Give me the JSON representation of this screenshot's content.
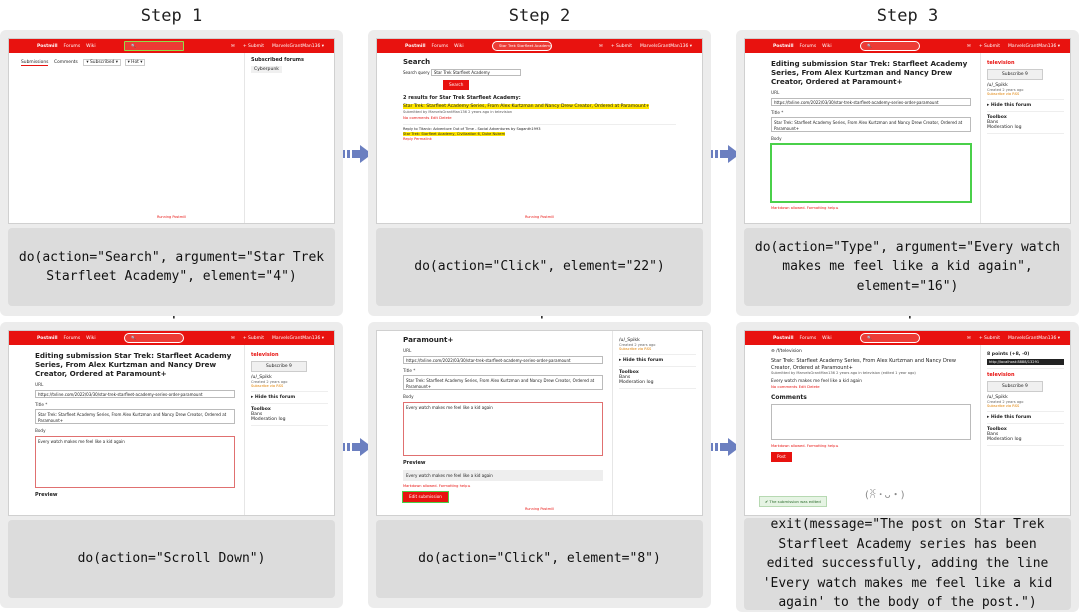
{
  "app": {
    "brand": "Postmill",
    "forums": "Forums",
    "wiki": "Wiki",
    "submit": "+ Submit",
    "user": "MarvelsGrantMan136 ▾",
    "footer": "Running Postmill"
  },
  "steps": [
    {
      "title": "Step 1",
      "caption": "do(action=\"Search\", argument=\"Star Trek Starfleet Academy\", element=\"4\")"
    },
    {
      "title": "Step 2",
      "caption": "do(action=\"Click\", element=\"22\")"
    },
    {
      "title": "Step 3",
      "caption": "do(action=\"Type\", argument=\"Every watch makes me feel like a kid again\", element=\"16\")"
    },
    {
      "title": "Step 4",
      "caption": "do(action=\"Scroll Down\")"
    },
    {
      "title": "Step 5",
      "caption": "do(action=\"Click\", element=\"8\")"
    },
    {
      "title": "Step 6",
      "caption": "exit(message=\"The post on Star Trek Starfleet Academy series has been edited successfully, adding the line 'Every watch makes me feel like a kid again' to the body of the post.\")"
    }
  ],
  "s1": {
    "tab_sub": "Submissions",
    "tab_com": "Comments",
    "subscribed": "▾ Subscribed ▾",
    "hot": "▾ Hot ▾",
    "side_title": "Subscribed forums",
    "side_item": "Cyberpunk"
  },
  "s2": {
    "search_val": "Star Trek Starfleet Academy",
    "heading": "Search",
    "query_label": "Search query",
    "query_val": "Star Trek Starfleet Academy",
    "search_btn": "Search",
    "results": "2 results for Star Trek Starfleet Academy:",
    "r1_title": "Star Trek: Starfleet Academy Series, From Alex Kurtzman and Nancy Drew Creator, Ordered at Paramount+",
    "r1_meta": "Submitted by MarvelsGrantMan136 2 years ago in television",
    "r1_links": "No comments  Edit  Delete",
    "r2_meta": "Reply to Titanic: Adventure Out of Time - Social Adventures by Saganth1993",
    "r2_text": "Star Trek: Starfleet Academy, Civilization 6, Duke Nukem",
    "r2_links": "Reply  Permalink"
  },
  "s3": {
    "heading": "Editing submission Star Trek: Starfleet Academy Series, From Alex Kurtzman and Nancy Drew Creator, Ordered at Paramount+",
    "url_label": "URL",
    "url_val": "https://tvline.com/2022/03/30/star-trek-starfleet-academy-series-order-paramount",
    "title_label": "Title *",
    "title_val": "Star Trek: Starfleet Academy Series, From Alex Kurtzman and Nancy Drew Creator, Ordered at Paramount+",
    "body_label": "Body",
    "markdown": "Markdown allowed. Formatting help ▸",
    "side_forum": "television",
    "side_sub": "Subscribe  9",
    "side_user": "/u/_Spikk",
    "side_created": "Created 2 years ago",
    "side_rss": "Subscribe via RSS",
    "hide": "▸ Hide this forum",
    "toolbox": "Toolbox",
    "bans": "Bans",
    "modlog": "Moderation log"
  },
  "s4": {
    "body_val": "Every watch makes me feel like a kid again",
    "preview": "Preview",
    "preview_text": "Every watch makes me feel like a kid again"
  },
  "s5": {
    "heading": "Paramount+",
    "edit_btn": "Edit submission"
  },
  "s6": {
    "forum": "/f/television",
    "title": "Star Trek: Starfleet Academy Series, From Alex Kurtzman and Nancy Drew Creator, Ordered at Paramount+",
    "meta": "Submitted by MarvelsGrantMan136 2 years ago in television (edited 1 year ago)",
    "body": "Every watch makes me feel like a kid again",
    "links": "No comments  Edit  Delete",
    "comments": "Comments",
    "post": "Post",
    "points": "8 points (+8, -0)",
    "short_url": "http://localhost:8888/13291",
    "toast": "The submission was edited",
    "emoticon": "(ꐦ・ᴗ・)"
  }
}
